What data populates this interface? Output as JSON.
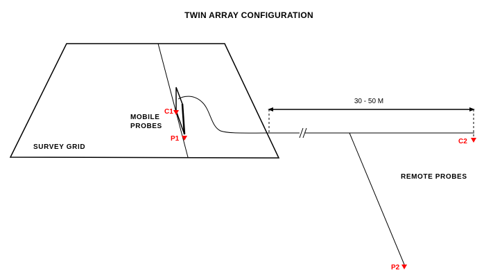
{
  "title": "TWIN ARRAY CONFIGURATION",
  "labels": {
    "survey_grid": "SURVEY GRID",
    "mobile_probes_line1": "MOBILE",
    "mobile_probes_line2": "PROBES",
    "remote_probes": "REMOTE PROBES",
    "distance": "30 - 50 M",
    "break_mark": "//"
  },
  "probes": {
    "c1": "C1",
    "p1": "P1",
    "c2": "C2",
    "p2": "P2"
  },
  "colors": {
    "probe": "#ff0000",
    "line": "#000000",
    "background": "#ffffff"
  }
}
